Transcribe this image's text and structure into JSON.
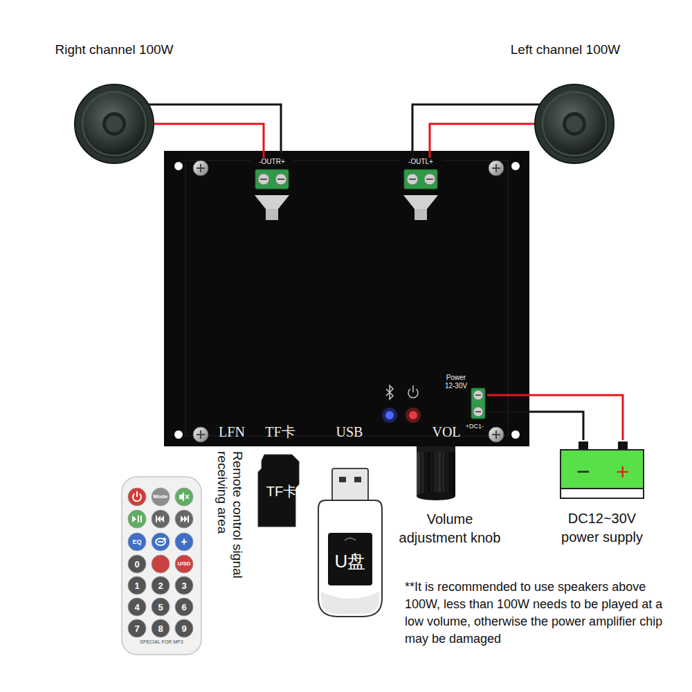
{
  "diagram": {
    "nodes": [
      {
        "text": [
          "Right channel 100W"
        ]
      },
      {
        "text": [
          "Left channel 100W"
        ]
      },
      {
        "text": [
          "LFN",
          "TF卡",
          "USB",
          "VOL"
        ]
      },
      {
        "text": [
          "-OUTR+"
        ],
        "in": 2
      },
      {
        "text": [
          "-OUTL+"
        ],
        "in": 2
      },
      {
        "text": [
          "Power 12-30V",
          "+DC1-"
        ],
        "in": 2
      },
      {
        "text": [
          "Volume adjustment knob"
        ]
      },
      {
        "text": [
          "−",
          "+",
          "DC12~30V power supply"
        ]
      },
      {
        "text": [
          "Mode",
          "EQ",
          "−",
          "+",
          "0",
          "U/SD",
          "1",
          "2",
          "3",
          "4",
          "5",
          "6",
          "7",
          "8",
          "9",
          "SPECIAL FOR MP3"
        ]
      },
      {
        "text": [
          "TF卡"
        ]
      },
      {
        "text": [
          "U盘"
        ]
      }
    ],
    "edges": [
      {
        "from": 0,
        "to": 3,
        "arrow": "none"
      },
      {
        "from": 1,
        "to": 4,
        "arrow": "none"
      },
      {
        "from": 5,
        "to": 7,
        "arrow": "none"
      }
    ],
    "labels": [
      "Remote control signal receiving area",
      "**It is recommended to use speakers above 100W, less than 100W needs to be played at a low volume, otherwise the power amplifier chip may be damaged"
    ]
  }
}
